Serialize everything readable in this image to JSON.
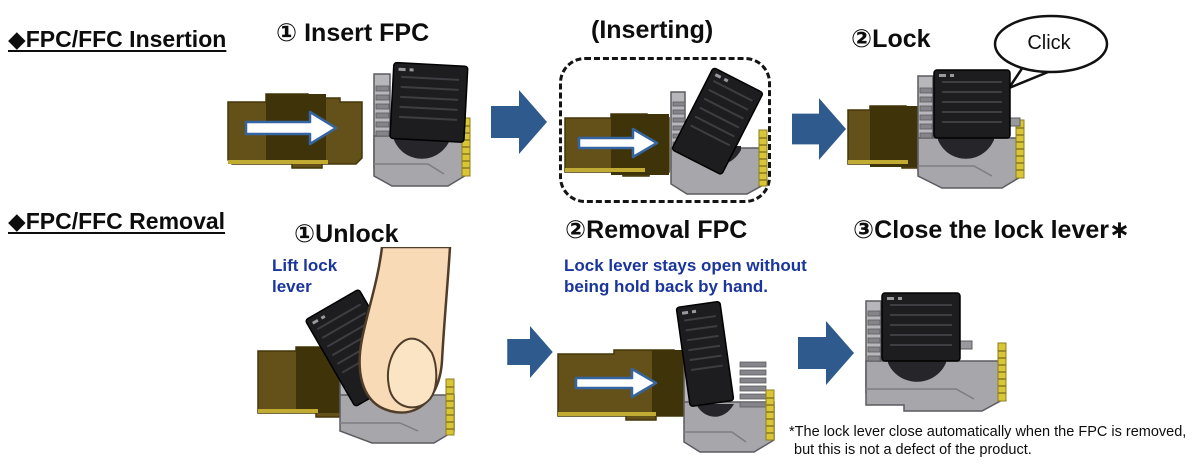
{
  "insertion": {
    "section_title": "◆FPC/FFC Insertion",
    "step1_label": "① Insert FPC",
    "step2_label": "(Inserting)",
    "step3_label": "②Lock",
    "click_label": "Click"
  },
  "removal": {
    "section_title": "◆FPC/FFC Removal",
    "step1_label": "①Unlock",
    "step1_note_line1": "Lift lock",
    "step1_note_line2": "lever",
    "step2_label": "②Removal FPC",
    "step2_note_line1": "Lock lever stays open without",
    "step2_note_line2": "being hold back by hand.",
    "step3_label": "③Close the lock lever∗",
    "footnote_line1": "*The lock lever close automatically when the FPC is removed,",
    "footnote_line2": "but this is not a defect of the product."
  },
  "colors": {
    "text_black": "#0d0d0d",
    "note_blue": "#1a359c",
    "step_arrow_blue": "#2e5a8e",
    "insert_arrow_blue": "#3565a0",
    "fpc_brown": "#64511a",
    "fpc_brown_dark": "#3f3409",
    "fpc_edge_yellow": "#c2ab32",
    "connector_grey": "#a7a7ab",
    "connector_plate_grey": "#b7b7bb",
    "lever_black": "#1d1d20",
    "pins_yellow": "#d9c636",
    "finger_skin": "#f8dab6"
  }
}
